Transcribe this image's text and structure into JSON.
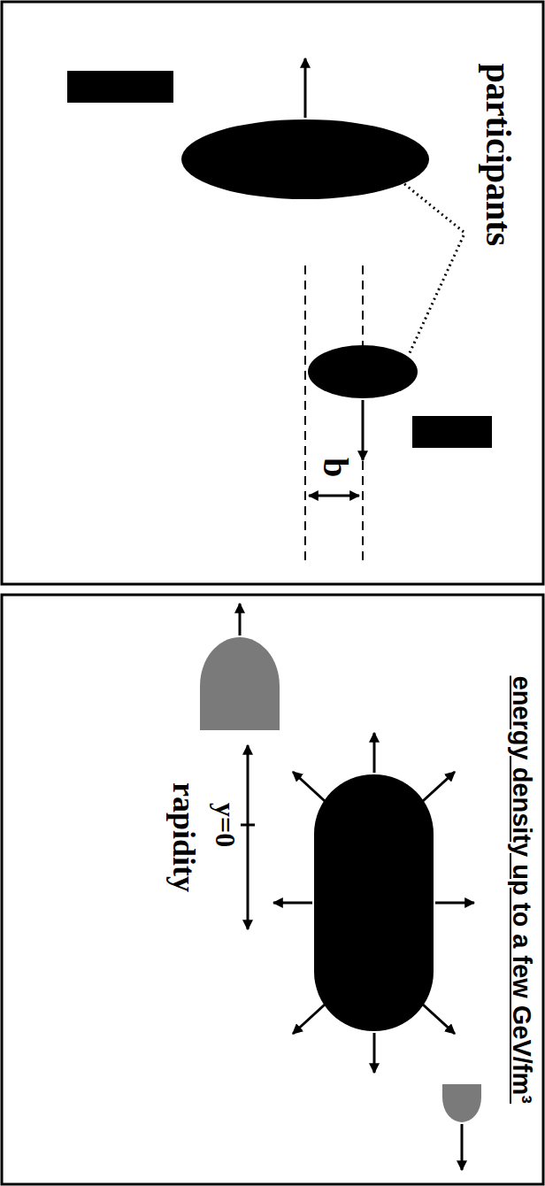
{
  "diagram": {
    "labels": [
      "participants",
      "b",
      "energy density up to a few GeV/fm³",
      "y=0",
      "rapidity"
    ]
  }
}
